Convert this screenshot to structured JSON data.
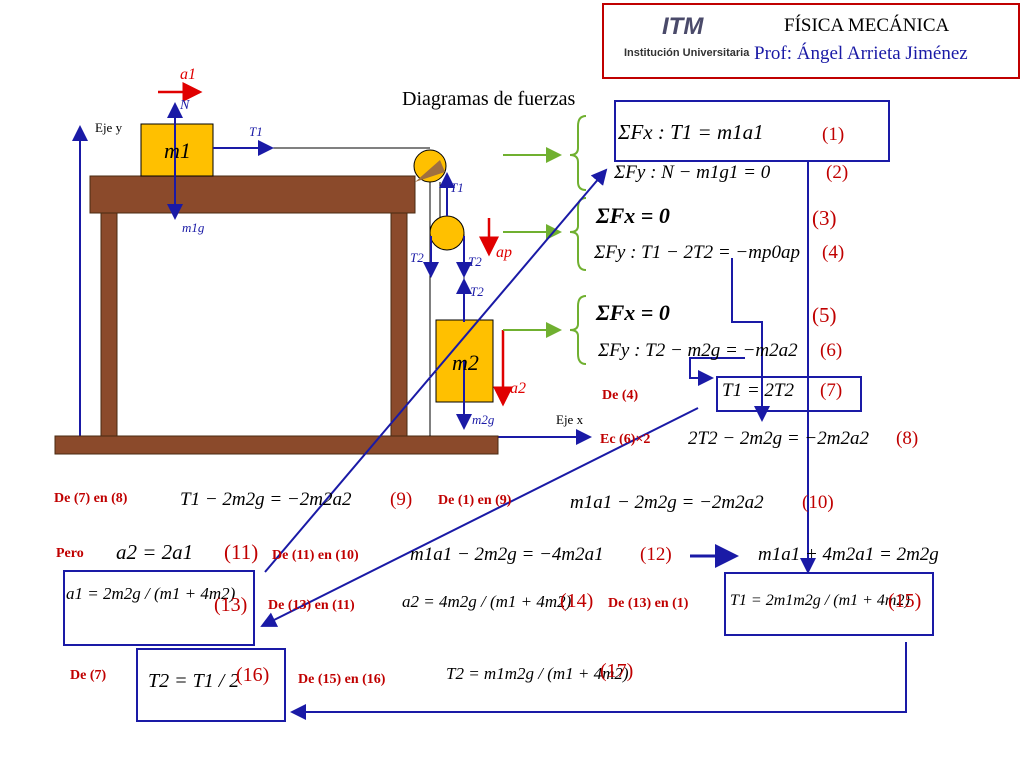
{
  "header": {
    "logo_text": "ITM",
    "institution": "Institución Universitaria",
    "course": "FÍSICA MECÁNICA",
    "professor": "Prof: Ángel Arrieta Jiménez"
  },
  "title": "Diagramas de fuerzas",
  "diagram": {
    "mass1": "m1",
    "mass2": "m2",
    "axis_y": "Eje y",
    "axis_x": "Eje x",
    "a1": "a1",
    "N": "N",
    "T1": "T1",
    "m1g": "m1g",
    "T2": "T2",
    "ap": "ap",
    "a2": "a2",
    "m2g": "m2g"
  },
  "equations": {
    "e1": {
      "text": "ΣFx : T1 = m1a1",
      "num": "(1)"
    },
    "e2": {
      "text": "ΣFy : N − m1g1 = 0",
      "num": "(2)"
    },
    "e3": {
      "text": "ΣFx = 0",
      "num": "(3)"
    },
    "e4": {
      "text": "ΣFy : T1 − 2T2 = −mp0ap",
      "num": "(4)"
    },
    "e5": {
      "text": "ΣFx = 0",
      "num": "(5)"
    },
    "e6": {
      "text": "ΣFy : T2 − m2g = −m2a2",
      "num": "(6)"
    },
    "e7": {
      "text": "T1 = 2T2",
      "num": "(7)"
    },
    "e8": {
      "text": "2T2 − 2m2g = −2m2a2",
      "num": "(8)"
    },
    "e9": {
      "text": "T1 − 2m2g = −2m2a2",
      "num": "(9)"
    },
    "e10": {
      "text": "m1a1 − 2m2g = −2m2a2",
      "num": "(10)"
    },
    "e11": {
      "text": "a2 = 2a1",
      "num": "(11)"
    },
    "e12": {
      "text": "m1a1 − 2m2g = −4m2a1",
      "num": "(12)"
    },
    "e12b": {
      "text": "m1a1 + 4m2a1 = 2m2g"
    },
    "e13": {
      "text": "a1 = 2m2g / (m1 + 4m2)",
      "num": "(13)"
    },
    "e14": {
      "text": "a2 = 4m2g / (m1 + 4m2)",
      "num": "(14)"
    },
    "e15": {
      "text": "T1 = 2m1m2g / (m1 + 4m2)",
      "num": "(15)"
    },
    "e16": {
      "text": "T2 = T1 / 2",
      "num": "(16)"
    },
    "e17": {
      "text": "T2 = m1m2g / (m1 + 4m2)",
      "num": "(17)"
    }
  },
  "labels": {
    "de4": "De (4)",
    "ec6x2": "Ec (6)×2",
    "de7en8": "De (7) en (8)",
    "de1en9": "De (1) en (9)",
    "pero": "Pero",
    "de11en10": "De (11) en (10)",
    "de13en11": "De (13) en (11)",
    "de13en1": "De (13) en (1)",
    "de7": "De  (7)",
    "de15en16": "De (15) en (16)"
  },
  "colors": {
    "header_border": "#c00000",
    "box_border": "#1a1aa6",
    "arrow_blue": "#1a1aa6",
    "arrow_green": "#70b030",
    "label_red": "#c00000",
    "block_fill": "#ffc000",
    "table_fill": "#8b4a2b"
  }
}
